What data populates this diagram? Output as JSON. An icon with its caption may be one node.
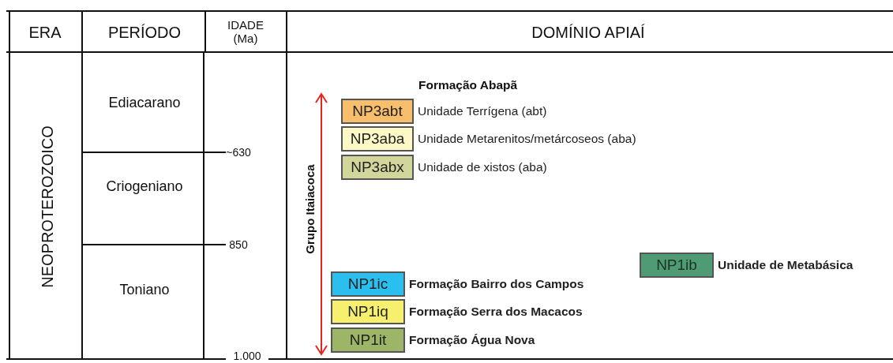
{
  "diagram": {
    "nodes": [
      {
        "text": [
          "NP3abt"
        ],
        "beside": [
          "Unidade Terrígena (abt)"
        ]
      },
      {
        "text": [
          "NP3aba"
        ],
        "beside": [
          "Unidade Metarenitos/metárcoseos (aba)"
        ]
      },
      {
        "text": [
          "NP3abx"
        ],
        "beside": [
          "Unidade de xistos (aba)"
        ]
      },
      {
        "text": [
          "NP1ib"
        ],
        "beside": [
          "Unidade de Metabásica"
        ]
      },
      {
        "text": [
          "NP1ic"
        ],
        "beside": [
          "Formação Bairro dos Campos"
        ]
      },
      {
        "text": [
          "NP1iq"
        ],
        "beside": [
          "Formação Serra dos Macacos"
        ]
      },
      {
        "text": [
          "NP1it"
        ],
        "beside": [
          "Formação Água Nova"
        ]
      }
    ],
    "labels": [
      "ERA",
      "PERÍODO",
      "IDADE (Ma)",
      "DOMÍNIO APIAÍ",
      "NEOPROTEROZOICO",
      "Ediacarano",
      "Criogeniano",
      "Toniano",
      "~630",
      "850",
      "1.000",
      "Formação Abapã",
      "Grupo Itaiacoca"
    ]
  }
}
